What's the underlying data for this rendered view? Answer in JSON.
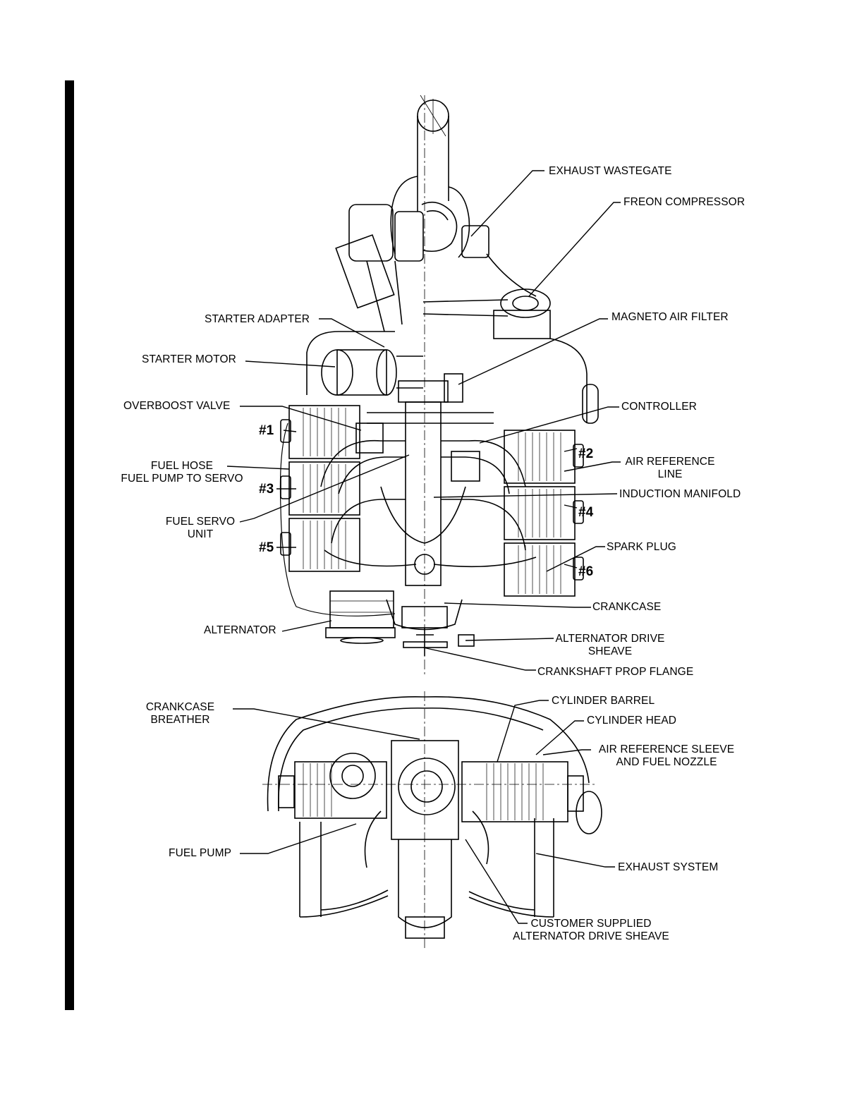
{
  "labels": {
    "exhaust_wastegate": "EXHAUST WASTEGATE",
    "freon_compressor": "FREON COMPRESSOR",
    "starter_adapter": "STARTER ADAPTER",
    "magneto_air_filter": "MAGNETO AIR FILTER",
    "starter_motor": "STARTER MOTOR",
    "overboost_valve": "OVERBOOST VALVE",
    "controller": "CONTROLLER",
    "fuel_hose_1": "FUEL HOSE",
    "fuel_hose_2": "FUEL PUMP TO SERVO",
    "air_reference_line_1": "AIR REFERENCE",
    "air_reference_line_2": "LINE",
    "induction_manifold": "INDUCTION MANIFOLD",
    "fuel_servo_1": "FUEL SERVO",
    "fuel_servo_2": "UNIT",
    "spark_plug": "SPARK PLUG",
    "crankcase": "CRANKCASE",
    "alternator": "ALTERNATOR",
    "alternator_drive_sheave_1": "ALTERNATOR DRIVE",
    "alternator_drive_sheave_2": "SHEAVE",
    "crankshaft_prop_flange": "CRANKSHAFT PROP FLANGE",
    "crankcase_breather_1": "CRANKCASE",
    "crankcase_breather_2": "BREATHER",
    "cylinder_barrel": "CYLINDER BARREL",
    "cylinder_head": "CYLINDER HEAD",
    "air_reference_sleeve_1": "AIR REFERENCE SLEEVE",
    "air_reference_sleeve_2": "AND FUEL NOZZLE",
    "fuel_pump": "FUEL PUMP",
    "exhaust_system": "EXHAUST SYSTEM",
    "customer_sheave_1": "CUSTOMER SUPPLIED",
    "customer_sheave_2": "ALTERNATOR DRIVE SHEAVE"
  },
  "cylinders": {
    "c1": "#1",
    "c2": "#2",
    "c3": "#3",
    "c4": "#4",
    "c5": "#5",
    "c6": "#6"
  }
}
